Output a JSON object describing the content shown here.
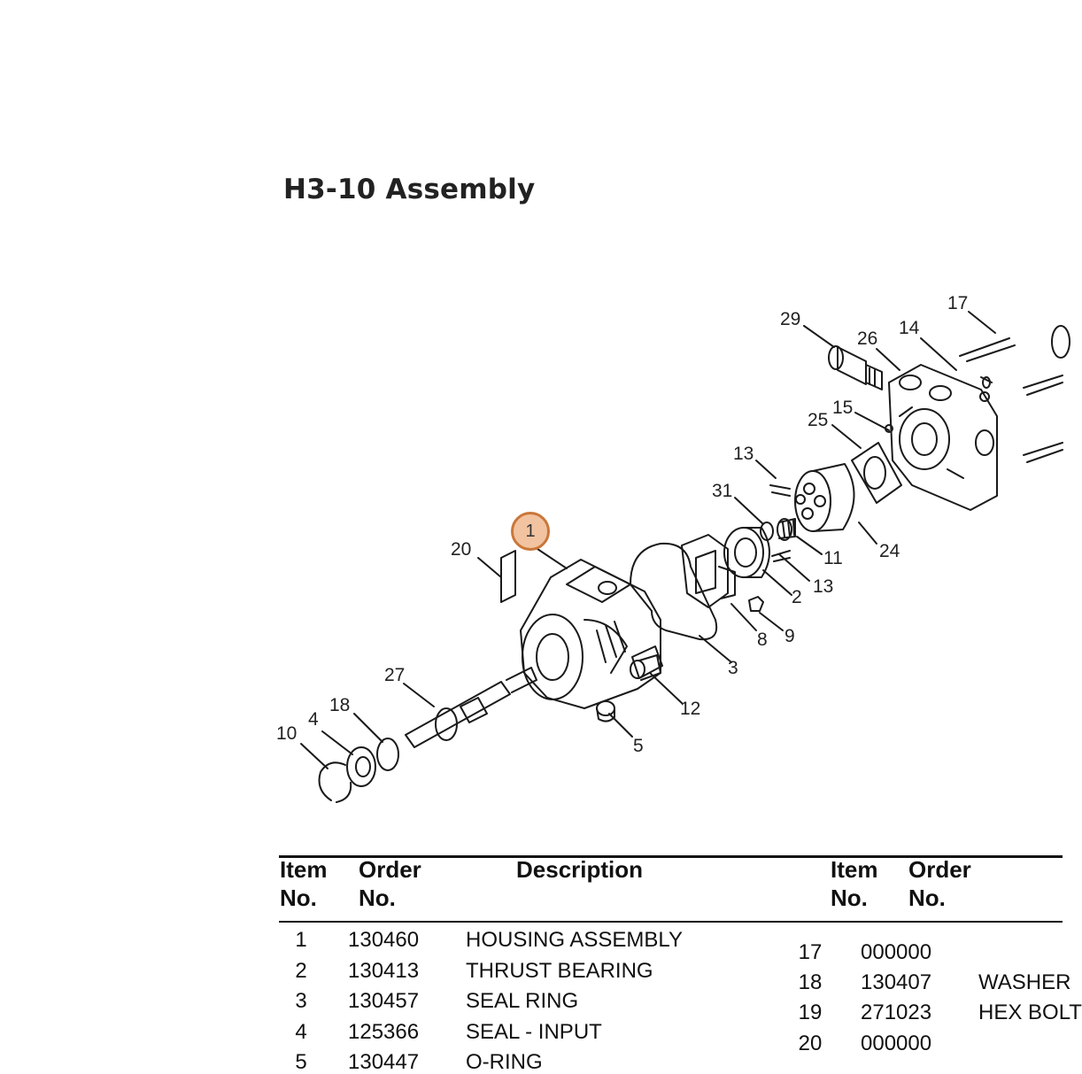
{
  "title": "H3-10 Assembly",
  "hotspot_label": "1",
  "callouts": [
    "17",
    "29",
    "26",
    "14",
    "15",
    "25",
    "13",
    "31",
    "20",
    "11",
    "24",
    "13",
    "2",
    "8",
    "9",
    "3",
    "27",
    "18",
    "4",
    "12",
    "10",
    "5"
  ],
  "table": {
    "headers": {
      "item_l1": "Item",
      "item_l2": "No.",
      "order_l1": "Order",
      "order_l2": "No.",
      "description": "Description"
    },
    "left_rows": [
      {
        "item": "1",
        "order": "130460",
        "desc": "HOUSING ASSEMBLY"
      },
      {
        "item": "2",
        "order": "130413",
        "desc": "THRUST BEARING"
      },
      {
        "item": "3",
        "order": "130457",
        "desc": "SEAL RING"
      },
      {
        "item": "4",
        "order": "125366",
        "desc": "SEAL - INPUT"
      },
      {
        "item": "5",
        "order": "130447",
        "desc": "O-RING"
      }
    ],
    "right_rows": [
      {
        "item": "17",
        "order": "000000",
        "desc": ""
      },
      {
        "item": "18",
        "order": "130407",
        "desc": "WASHER"
      },
      {
        "item": "19",
        "order": "271023",
        "desc": "HEX BOLT"
      },
      {
        "item": "20",
        "order": "000000",
        "desc": ""
      }
    ]
  },
  "colors": {
    "hotspot_fill": "#f2c3a0",
    "hotspot_stroke": "#c9773a"
  }
}
